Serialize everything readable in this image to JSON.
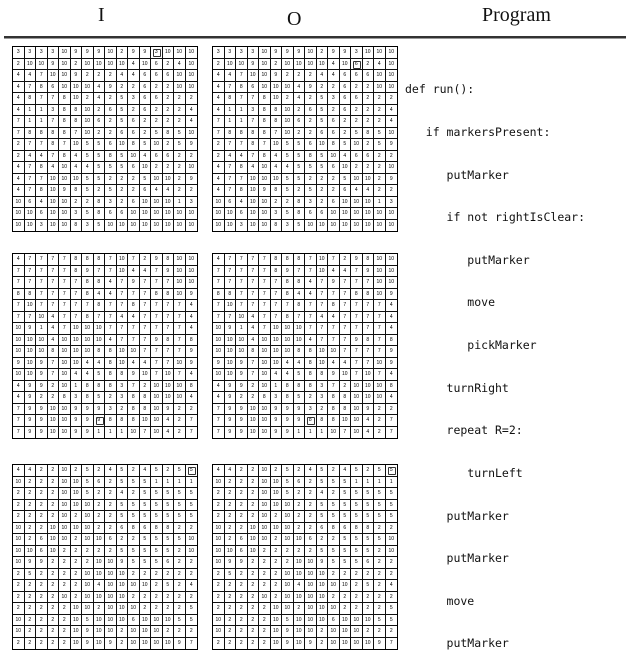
{
  "headers": {
    "input": "I",
    "output": "O",
    "program": "Program"
  },
  "program_lines": [
    "def run():",
    "   if markersPresent:",
    "      putMarker",
    "      if not rightIsClear:",
    "         putMarker",
    "         move",
    "         pickMarker",
    "      turnRight",
    "      repeat R=2:",
    "         turnLeft",
    "      putMarker",
    "      putMarker",
    "      move",
    "      putMarker"
  ],
  "grids": [
    {
      "id": "ex1-input",
      "agent": [
        0,
        12
      ],
      "rows": [
        "3 3 3 3 10 9 9 9 10 2 9 9 3 10 10 10",
        "2 10 10 9 10 2 10 10 10 10 4 10 6 2 4 10",
        "4 4 7 10 10 9 2 2 2 4 4 6 6 6 10 10",
        "4 7 8 6 10 10 10 4 9 2 2 6 2 2 10 10",
        "4 8 7 7 8 10 2 4 2 5 3 6 6 2 2 2",
        "4 1 1 3 8 8 10 2 6 5 2 6 2 2 2 4",
        "7 1 1 7 8 8 10 6 2 5 6 2 2 2 2 4",
        "7 8 8 8 8 7 10 2 2 6 6 2 5 8 5 10",
        "2 7 7 8 7 10 5 5 6 10 8 5 10 2 5 9",
        "2 4 4 7 8 4 5 5 8 5 10 4 6 6 2 2",
        "4 7 8 4 10 4 4 5 5 5 6 10 2 2 2 10",
        "4 7 7 10 10 10 5 5 2 2 2 5 10 10 2 9",
        "4 7 8 10 9 8 5 2 5 2 2 6 4 4 2 2",
        "10 6 4 10 10 2 2 8 3 2 6 10 10 10 1 3",
        "10 10 6 10 10 3 5 8 6 6 10 10 10 10 10 10",
        "10 10 3 10 10 8 3 5 10 10 10 10 10 10 10 10"
      ]
    },
    {
      "id": "ex1-output",
      "agent": [
        1,
        12
      ],
      "rows": [
        "3 3 3 3 10 9 9 9 10 2 9 9 3 10 10 10",
        "2 10 10 9 10 2 10 10 10 10 4 10 6 2 4 10",
        "4 4 7 10 10 9 2 2 2 4 4 6 6 6 10 10",
        "4 7 8 6 10 10 10 4 9 2 2 6 2 2 10 10",
        "4 8 7 7 8 10 2 4 2 5 3 6 6 2 2 2",
        "4 1 1 3 8 8 10 2 6 5 2 6 2 2 2 4",
        "7 1 1 7 8 8 10 6 2 5 6 2 2 2 2 4",
        "7 8 8 8 8 7 10 2 2 6 6 2 5 8 5 10",
        "2 7 7 8 7 10 5 5 6 10 8 5 10 2 5 9",
        "2 4 4 7 8 4 5 5 8 5 10 4 6 6 2 2",
        "4 7 8 4 10 4 4 5 5 5 6 10 2 2 2 10",
        "4 7 7 10 10 10 5 5 2 2 2 5 10 10 2 9",
        "4 7 8 10 9 8 5 2 5 2 2 6 4 4 2 2",
        "10 6 4 10 10 2 2 8 3 2 6 10 10 10 1 3",
        "10 10 6 10 10 3 5 8 6 6 10 10 10 10 10 10",
        "10 10 3 10 10 8 3 5 10 10 10 10 10 10 10 10"
      ]
    },
    {
      "id": "ex2-input",
      "agent": [
        14,
        7
      ],
      "rows": [
        "4 7 7 7 7 8 8 8 7 10 7 2 9 8 10 10",
        "7 7 7 7 7 8 9 7 7 10 4 4 7 9 10 10",
        "7 7 7 7 7 7 8 8 4 7 9 7 7 7 10 10",
        "8 8 7 7 7 7 8 4 4 7 7 7 8 8 10 9",
        "7 10 7 7 7 7 7 8 7 7 8 7 7 7 7 4",
        "7 7 10 4 7 7 8 7 7 4 4 7 7 7 7 4",
        "10 9 1 4 7 10 10 10 7 7 7 7 7 7 7 4",
        "10 10 10 4 10 10 10 10 4 7 7 7 9 8 7 8",
        "10 10 10 8 10 10 10 8 8 10 10 7 7 7 7 9",
        "9 10 9 7 10 10 4 4 8 10 4 4 7 7 10 9",
        "10 10 9 7 10 4 4 5 8 8 9 10 7 10 7 4",
        "4 9 9 2 10 1 8 8 8 3 7 2 10 10 10 8",
        "4 9 2 2 8 3 8 5 2 3 8 8 10 10 10 4",
        "7 9 9 10 10 9 9 9 3 2 8 8 10 9 2 2",
        "7 9 9 10 10 9 9 9 8 8 8 10 10 4 2 7",
        "7 9 9 10 10 9 9 1 1 1 10 7 10 4 2 7"
      ]
    },
    {
      "id": "ex2-output",
      "agent": [
        14,
        8
      ],
      "rows": [
        "4 7 7 7 7 8 8 8 7 10 7 2 9 8 10 10",
        "7 7 7 7 7 8 9 7 7 10 4 4 7 9 10 10",
        "7 7 7 7 7 7 8 8 4 7 9 7 7 7 10 10",
        "8 8 7 7 7 7 8 4 4 7 7 7 8 8 10 9",
        "7 10 7 7 7 7 7 8 7 7 8 7 7 7 7 4",
        "7 7 10 4 7 7 8 7 7 4 4 7 7 7 7 4",
        "10 9 1 4 7 10 10 10 7 7 7 7 7 7 7 4",
        "10 10 10 4 10 10 10 10 4 7 7 7 9 8 7 8",
        "10 10 10 8 10 10 10 8 8 10 10 7 7 7 7 9",
        "9 10 9 7 10 10 4 4 8 10 4 4 7 7 10 9",
        "10 10 9 7 10 4 4 5 8 8 9 10 7 10 7 4",
        "4 9 9 2 10 1 8 8 8 3 7 2 10 10 10 8",
        "4 9 2 2 8 3 8 5 2 3 8 8 10 10 10 4",
        "7 9 9 10 10 9 9 9 3 2 8 8 10 9 2 2",
        "7 9 9 10 10 9 9 9 8 8 8 10 10 4 2 7",
        "7 9 9 10 10 9 9 1 1 1 10 7 10 4 2 7"
      ]
    },
    {
      "id": "ex3-input",
      "agent": [
        0,
        15
      ],
      "rows": [
        "4 4 2 2 10 2 5 2 4 5 2 4 5 2 5 5",
        "10 2 2 2 10 10 5 6 2 5 5 5 1 1 1 1",
        "2 2 2 2 10 10 5 2 2 4 2 5 5 5 5 5",
        "2 2 2 2 10 10 10 2 2 5 5 5 5 5 5 5",
        "2 2 2 2 10 2 10 2 2 5 5 5 5 5 5 5",
        "10 2 2 10 10 10 10 2 2 6 8 6 8 8 2 2",
        "10 2 6 10 10 2 10 10 6 2 2 5 5 5 5 10",
        "10 10 6 10 2 2 2 2 2 5 5 5 5 5 2 10",
        "10 9 9 2 2 2 2 10 10 9 5 5 5 6 2 2",
        "2 5 2 2 2 2 10 10 10 10 2 2 2 2 2 2",
        "2 2 2 2 2 2 10 4 10 10 10 10 2 5 2 4",
        "2 2 2 2 10 2 10 10 10 10 2 2 2 2 2 2",
        "2 2 2 2 2 10 10 2 10 10 10 2 2 2 2 5",
        "10 2 2 2 2 10 5 10 10 10 6 10 10 10 5 5",
        "10 2 2 2 2 10 9 10 10 2 10 10 10 2 2 2",
        "2 2 2 2 2 10 9 10 9 2 10 10 10 10 9 7"
      ]
    },
    {
      "id": "ex3-output",
      "agent": [
        0,
        15
      ],
      "rows": [
        "4 4 2 2 10 2 5 2 4 5 2 4 5 2 5 5",
        "10 2 2 2 10 10 5 6 2 5 5 5 1 1 1 1",
        "2 2 2 2 10 10 5 2 2 4 2 5 5 5 5 5",
        "2 2 2 2 10 10 10 2 2 5 5 5 5 5 5 5",
        "2 2 2 2 10 2 10 2 2 5 5 5 5 5 5 5",
        "10 2 2 10 10 10 10 2 2 6 8 6 8 8 2 2",
        "10 2 6 10 10 2 10 10 6 2 2 5 5 5 5 10",
        "10 10 6 10 2 2 2 2 2 5 5 5 5 5 2 10",
        "10 9 9 2 2 2 2 10 10 9 5 5 5 6 2 2",
        "2 5 2 2 2 2 10 10 10 10 2 2 2 2 2 2",
        "2 2 2 2 2 2 10 4 10 10 10 10 2 5 2 4",
        "2 2 2 2 10 2 10 10 10 10 2 2 2 2 2 2",
        "2 2 2 2 2 10 10 2 10 10 10 2 2 2 2 5",
        "10 2 2 2 2 10 5 10 10 10 6 10 10 10 5 5",
        "10 2 2 2 2 10 9 10 10 2 10 10 10 2 2 2",
        "2 2 2 2 2 10 9 10 9 2 10 10 10 10 9 7"
      ]
    }
  ]
}
